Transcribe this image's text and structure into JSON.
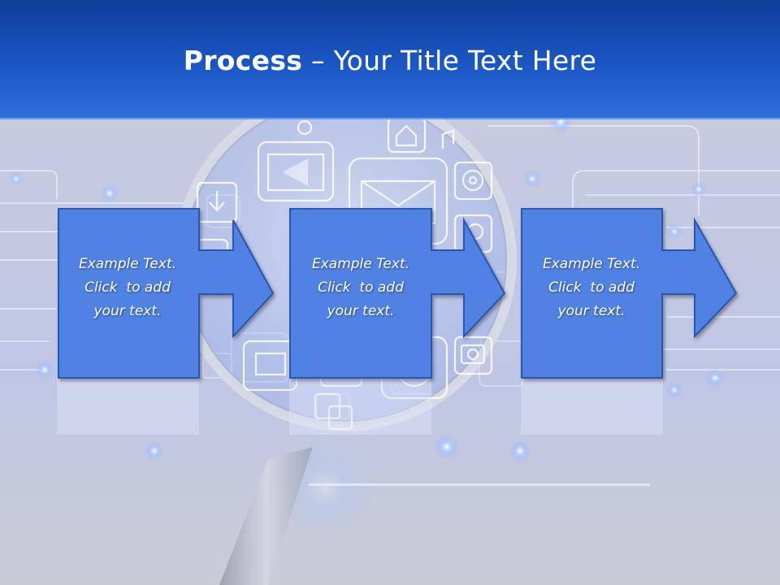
{
  "slide": {
    "title_bold": "Process",
    "title_rest": " – Your Title Text Here",
    "steps": [
      {
        "lines": [
          "Example Text.",
          "Click  to add",
          "your text."
        ]
      },
      {
        "lines": [
          "Example Text.",
          "Click  to add",
          "your text."
        ]
      },
      {
        "lines": [
          "Example Text.",
          "Click  to add",
          "your text."
        ]
      }
    ]
  },
  "colors": {
    "header_blue": "#1b57c4",
    "box_fill": "#4f82e3",
    "box_border": "#2a55b0",
    "background_gray": "#c9ccd8"
  }
}
